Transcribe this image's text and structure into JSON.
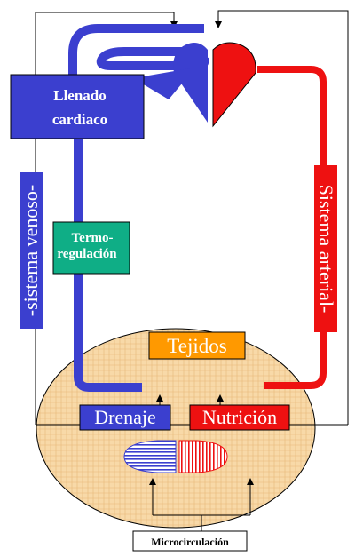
{
  "labels": {
    "llenado_line1": "Llenado",
    "llenado_line2": "cardiaco",
    "termo_line1": "Termo-",
    "termo_line2": "regulación",
    "sistema_venoso": "-sistema venoso-",
    "sistema_arterial": "Sistema arterial-",
    "tejidos": "Tejidos",
    "drenaje": "Drenaje",
    "nutricion": "Nutrición",
    "microcirculacion": "Microcirculación"
  },
  "colors": {
    "venous_blue": "#3b3fcf",
    "arterial_red": "#ee1111",
    "orange": "#ff9900",
    "termo_green": "#0fae86",
    "tissue_fill": "#f8d9a8"
  }
}
